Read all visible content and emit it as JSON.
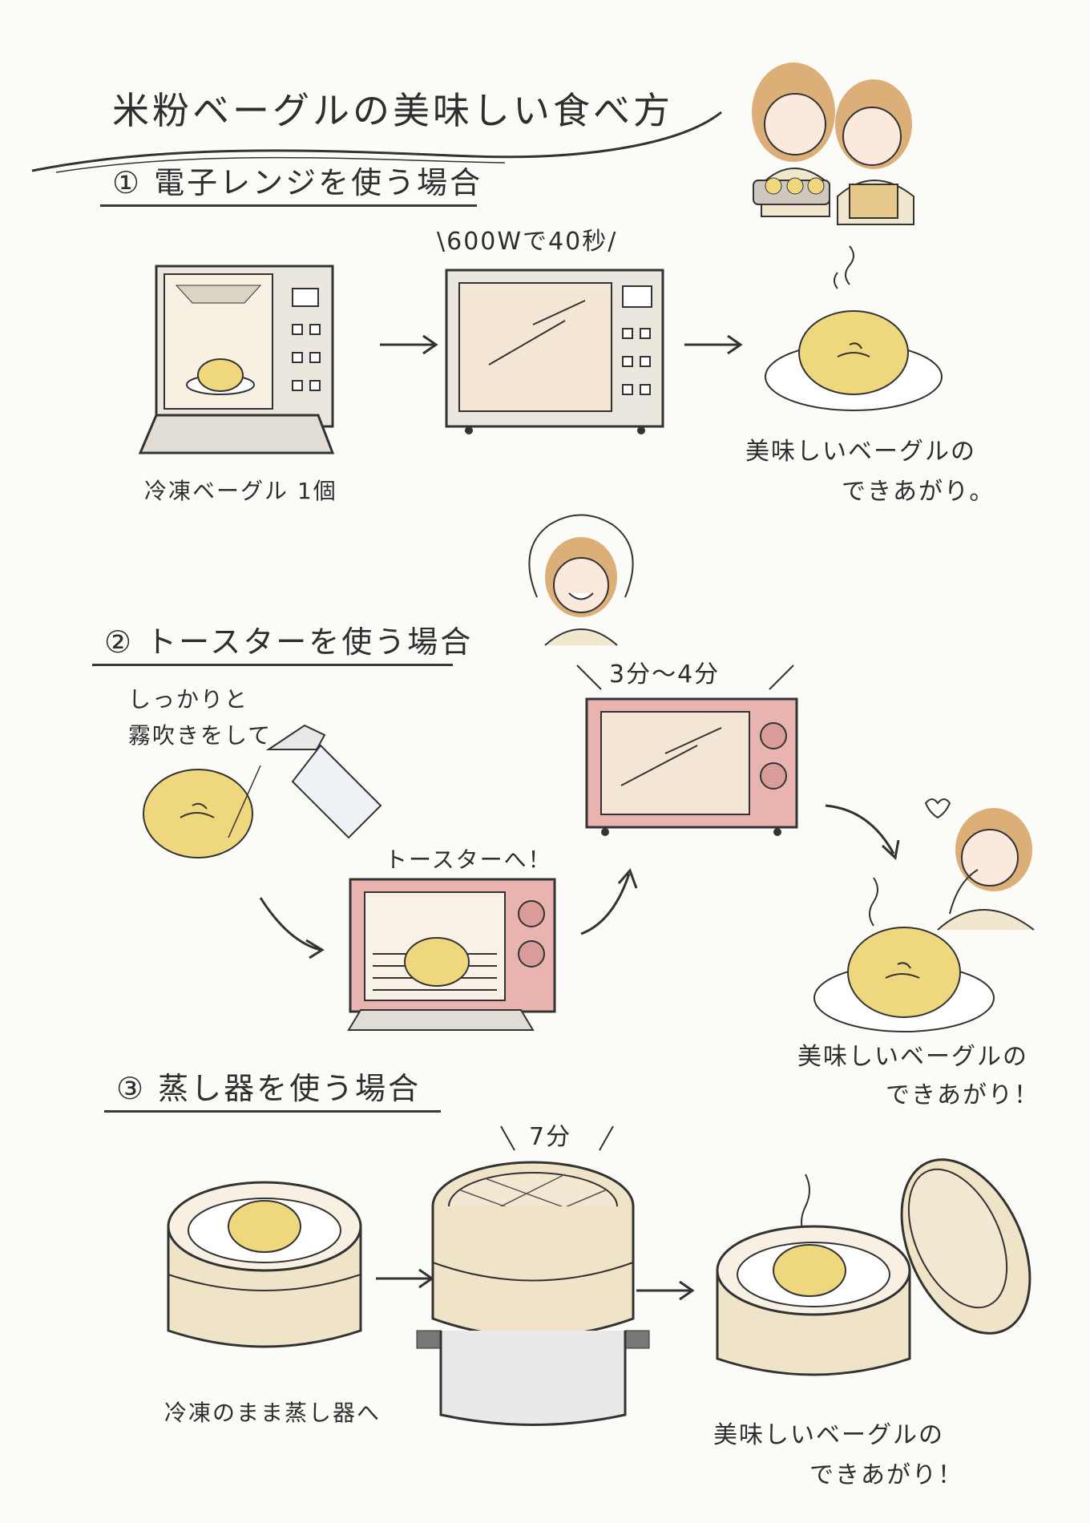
{
  "title": "米粉ベーグルの美味しい食べ方",
  "sections": [
    {
      "heading": "① 電子レンジを使う場合",
      "labels": {
        "start": "冷凍ベーグル 1個",
        "timer": "\\600Wで40秒/",
        "result_line1": "美味しいベーグルの",
        "result_line2": "できあがり。"
      }
    },
    {
      "heading": "② トースターを使う場合",
      "labels": {
        "spray_line1": "しっかりと",
        "spray_line2": "霧吹きをして",
        "to_toaster": "トースターへ！",
        "timer": "3分〜4分",
        "result_line1": "美味しいベーグルの",
        "result_line2": "できあがり！"
      }
    },
    {
      "heading": "③ 蒸し器を使う場合",
      "labels": {
        "start": "冷凍のまま蒸し器へ",
        "timer": "7分",
        "result_line1": "美味しいベーグルの",
        "result_line2": "できあがり！"
      }
    }
  ],
  "colors": {
    "ink": "#2e2e2e",
    "bagel": "#efd77e",
    "toaster_pink": "#e9b3b0",
    "wood": "#efe3c8",
    "window": "#f3e6d4",
    "hair": "#dcae78"
  },
  "icons": [
    "microwave-open-icon",
    "microwave-closed-icon",
    "toaster-icon",
    "spray-bottle-icon",
    "steamer-icon",
    "bagel-icon",
    "person-icon",
    "arrow-icon",
    "heart-icon"
  ]
}
